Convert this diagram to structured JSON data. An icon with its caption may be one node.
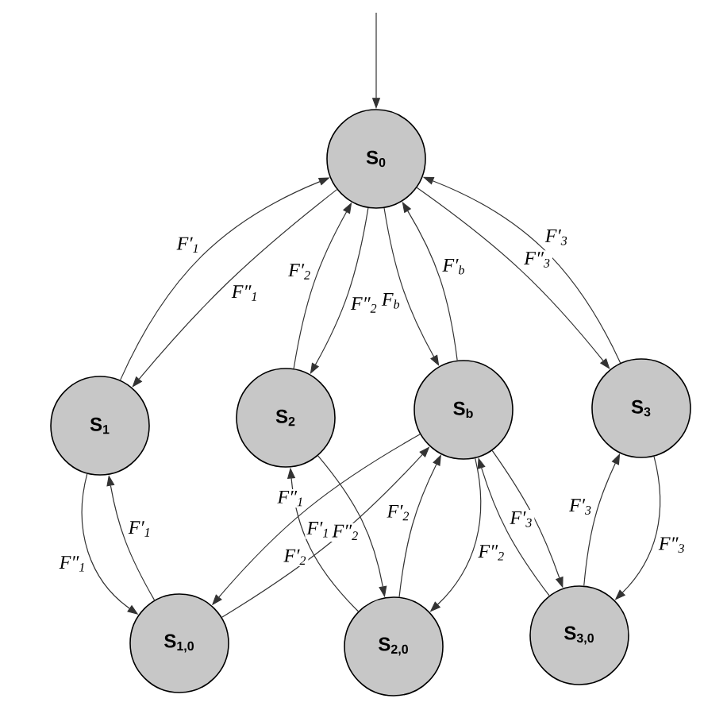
{
  "diagram": {
    "nodes": [
      {
        "text": [
          "S$_{0}$"
        ]
      },
      {
        "text": [
          "S$_{1}$"
        ]
      },
      {
        "text": [
          "S$_{2}$"
        ]
      },
      {
        "text": [
          "S$_{b}$"
        ]
      },
      {
        "text": [
          "S$_{3}$"
        ]
      },
      {
        "text": [
          "S$_{1,0}$"
        ]
      },
      {
        "text": [
          "S$_{2,0}$"
        ]
      },
      {
        "text": [
          "S$_{3,0}$"
        ]
      }
    ],
    "edges": [
      {
        "from": null,
        "to": 0,
        "arrow": "to"
      },
      {
        "from": 1,
        "to": 0,
        "arrow": "to",
        "label": "F′$_{1}$"
      },
      {
        "from": 0,
        "to": 1,
        "arrow": "to",
        "label": "F″$_{1}$"
      },
      {
        "from": 2,
        "to": 0,
        "arrow": "to",
        "label": "F′$_{2}$"
      },
      {
        "from": 0,
        "to": 2,
        "arrow": "to",
        "label": "F″$_{2}$"
      },
      {
        "from": 0,
        "to": 3,
        "arrow": "to",
        "label": "F$_{b}$"
      },
      {
        "from": 3,
        "to": 0,
        "arrow": "to",
        "label": "F′$_{b}$"
      },
      {
        "from": 0,
        "to": 4,
        "arrow": "to",
        "label": "F″$_{3}$"
      },
      {
        "from": 4,
        "to": 0,
        "arrow": "to",
        "label": "F′$_{3}$"
      },
      {
        "from": 1,
        "to": 5,
        "arrow": "to",
        "label": "F″$_{1}$"
      },
      {
        "from": 5,
        "to": 1,
        "arrow": "to",
        "label": "F′$_{1}$"
      },
      {
        "from": 2,
        "to": 6,
        "arrow": "to",
        "label": "F″$_{2}$"
      },
      {
        "from": 6,
        "to": 2,
        "arrow": "to",
        "label": "F′$_{2}$"
      },
      {
        "from": 3,
        "to": 5,
        "arrow": "to",
        "label": "F″$_{1}$"
      },
      {
        "from": 5,
        "to": 3,
        "arrow": "to",
        "label": "F′$_{1}$"
      },
      {
        "from": 6,
        "to": 3,
        "arrow": "to",
        "label": "F′$_{2}$"
      },
      {
        "from": 3,
        "to": 6,
        "arrow": "to",
        "label": "F″$_{2}$"
      },
      {
        "from": 3,
        "to": 7,
        "arrow": "to"
      },
      {
        "from": 7,
        "to": 3,
        "arrow": "to",
        "label": "F′$_{3}$"
      },
      {
        "from": 7,
        "to": 4,
        "arrow": "to",
        "label": "F′$_{3}$"
      },
      {
        "from": 4,
        "to": 7,
        "arrow": "to",
        "label": "F″$_{3}$"
      }
    ]
  }
}
